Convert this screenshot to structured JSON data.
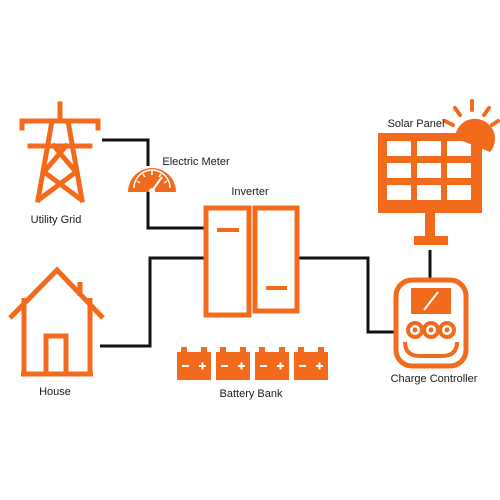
{
  "colors": {
    "accent": "#F26B1D",
    "line": "#111111",
    "background": "#ffffff"
  },
  "labels": {
    "utility_grid": "Utility Grid",
    "electric_meter": "Electric Meter",
    "inverter": "Inverter",
    "solar_panel": "Solar Panel",
    "house": "House",
    "battery_bank": "Battery Bank",
    "charge_controller": "Charge Controller"
  },
  "battery_count": 4,
  "icons": [
    "transmission-tower-icon",
    "electric-meter-icon",
    "inverter-icon",
    "solar-panel-icon",
    "sun-icon",
    "house-icon",
    "battery-icon",
    "charge-controller-icon"
  ]
}
